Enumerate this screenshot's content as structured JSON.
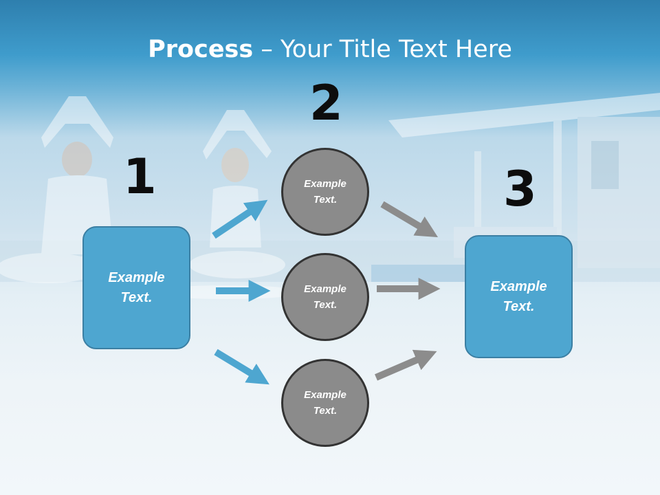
{
  "title": {
    "bold": "Process",
    "rest": " – Your Title Text Here"
  },
  "steps": [
    {
      "number": "1",
      "label": "Example Text."
    },
    {
      "number": "2",
      "label": "Example Text."
    },
    {
      "number": "3",
      "label": "Example Text."
    }
  ],
  "circles": [
    {
      "label": "Example Text."
    },
    {
      "label": "Example Text."
    },
    {
      "label": "Example Text."
    }
  ],
  "colors": {
    "accent_blue": "#4ea6d0",
    "arrow_gray": "#8c8c8c",
    "circle_gray": "#8b8b8b"
  }
}
